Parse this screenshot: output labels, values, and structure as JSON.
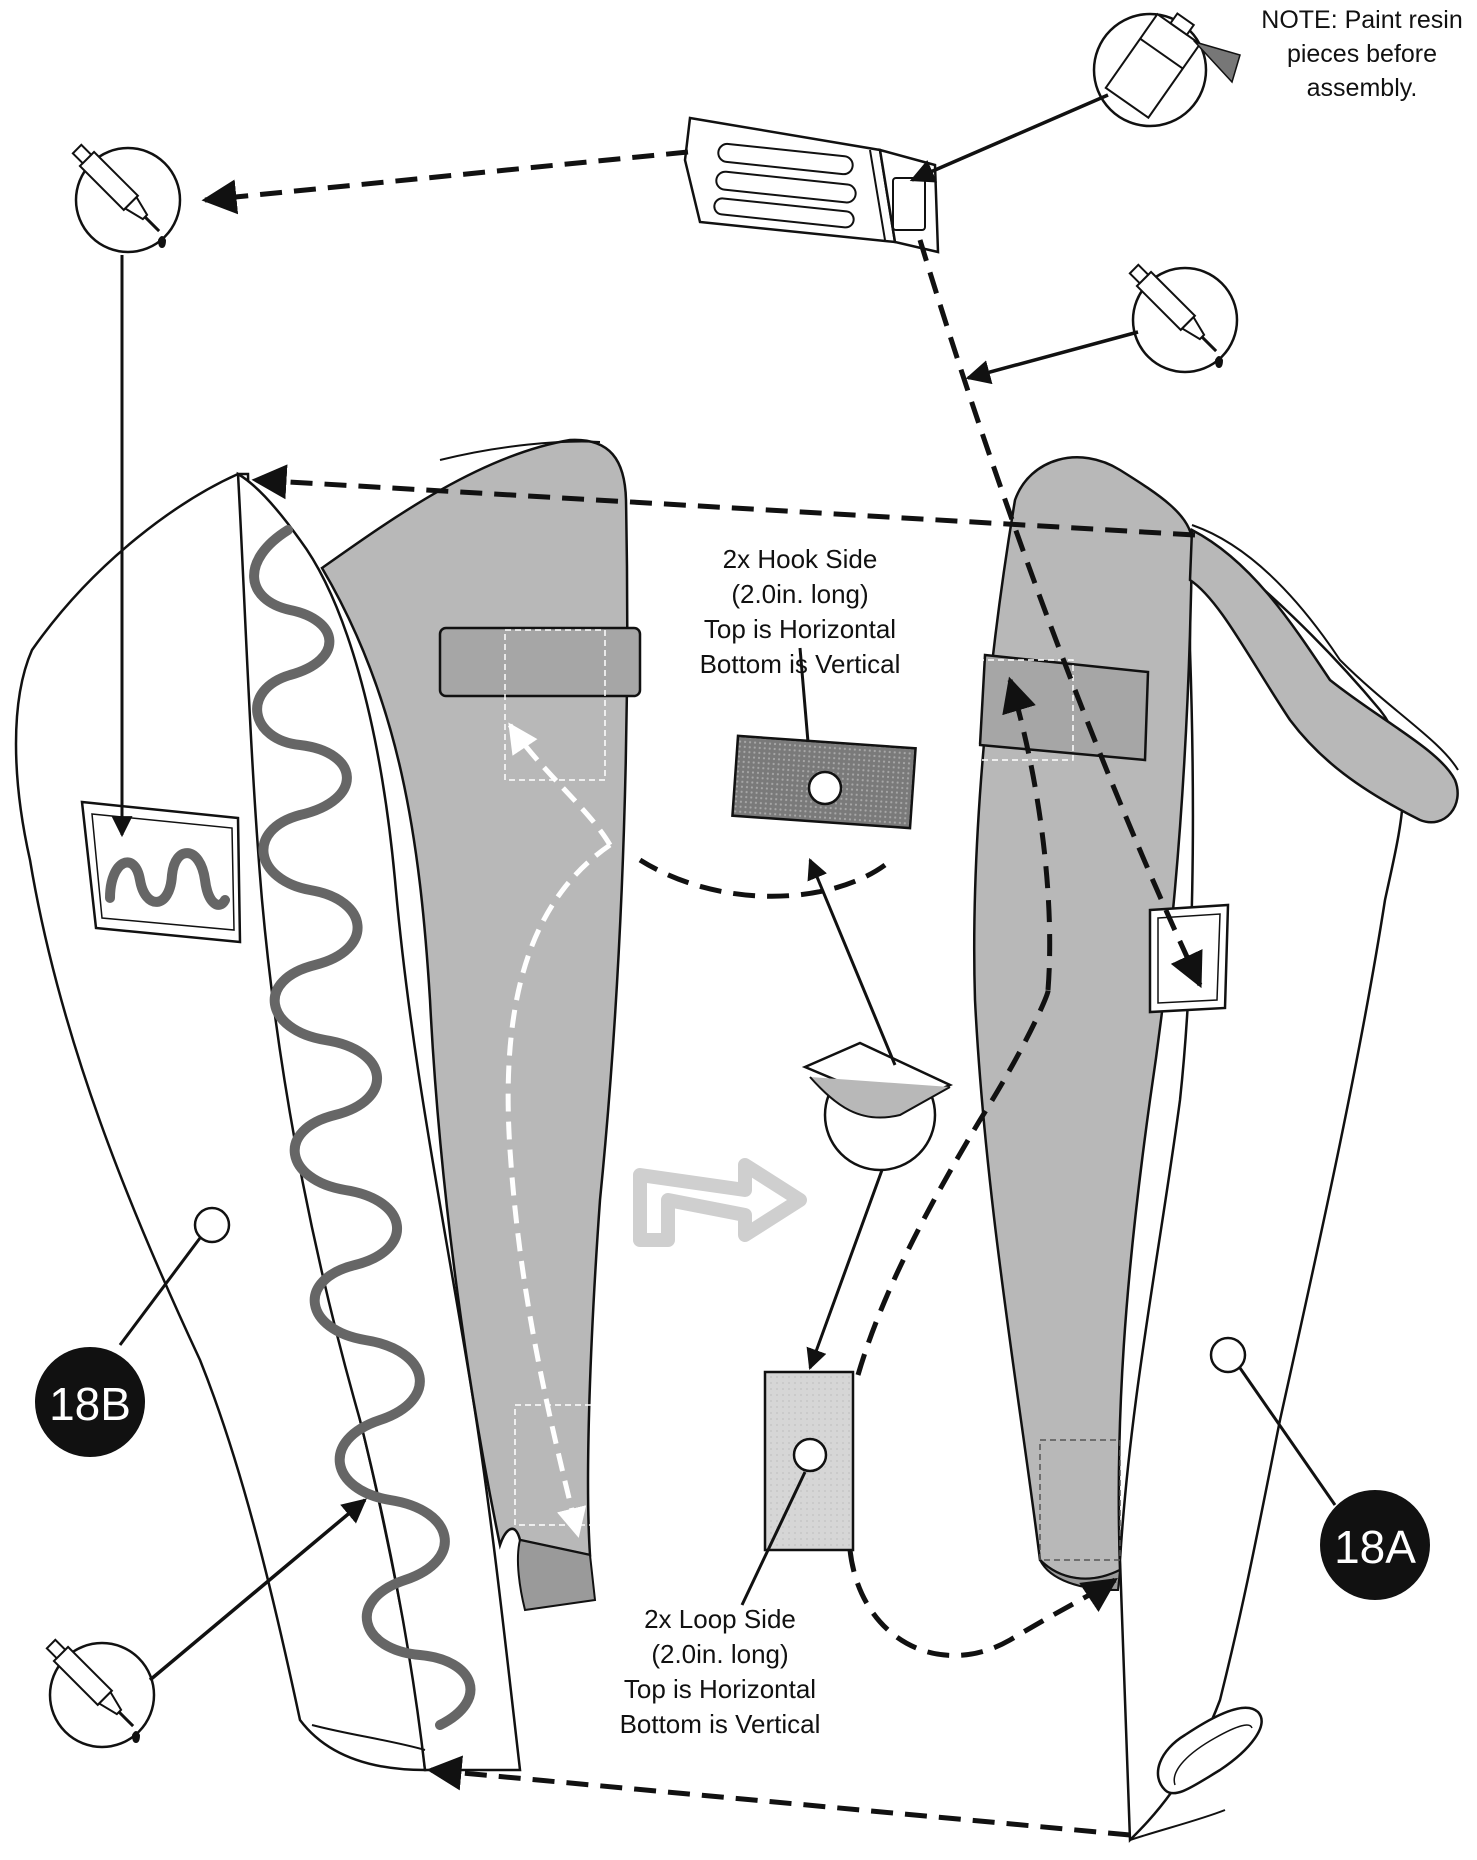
{
  "note": {
    "lines": [
      "NOTE: Paint resin",
      "pieces before",
      "assembly."
    ]
  },
  "hook_label": {
    "lines": [
      "2x Hook Side",
      "(2.0in. long)",
      "Top is Horizontal",
      "Bottom is Vertical"
    ]
  },
  "loop_label": {
    "lines": [
      "2x Loop Side",
      "(2.0in. long)",
      "Top is Horizontal",
      "Bottom is Vertical"
    ]
  },
  "callouts": {
    "left_piece": "18B",
    "right_piece": "18A"
  },
  "icons": {
    "glue": "glue-syringe-icon",
    "paint": "spray-paint-icon",
    "adhesive": "adhesive-peel-icon",
    "direction": "outline-arrow-icon"
  },
  "colors": {
    "line": "#111111",
    "panel_fill": "#b8b8b8",
    "glue_bead": "#666666",
    "hook_patch": "#8c8c8c",
    "loop_patch": "#d4d4d4",
    "direction_arrow": "#d0d0d0",
    "callout_fill": "#111111"
  }
}
